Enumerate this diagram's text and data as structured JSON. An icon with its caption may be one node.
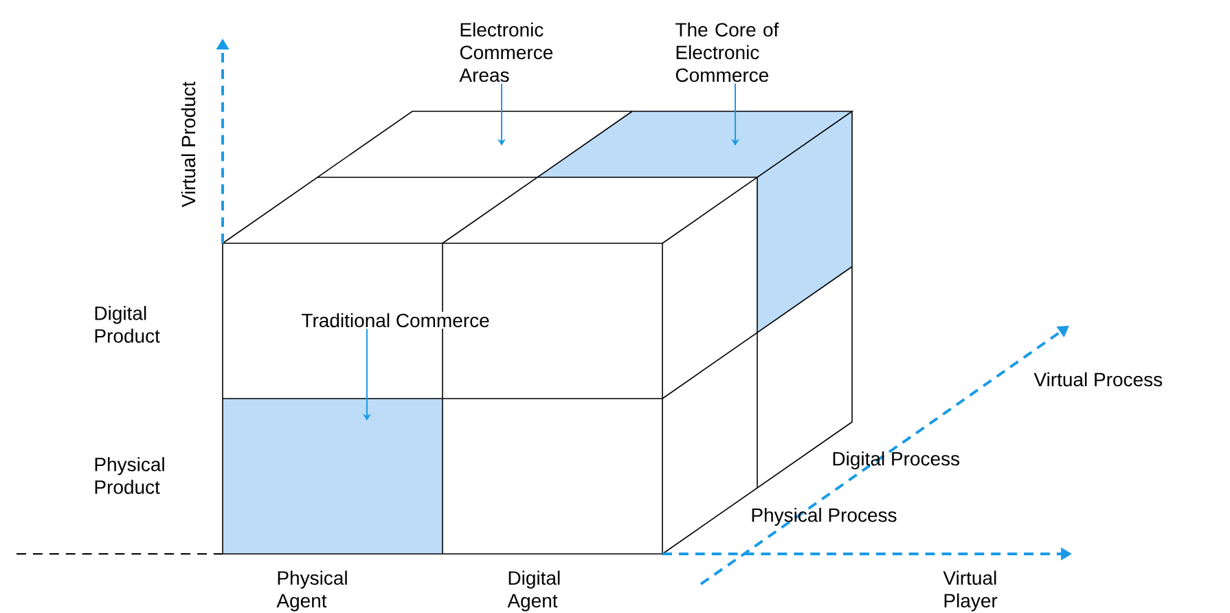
{
  "diagram": {
    "nodes": [
      {
        "text": [
          "Electronic Commerce Areas"
        ]
      },
      {
        "text": [
          "The Core of Electronic Commerce"
        ]
      },
      {
        "text": [
          "Traditional Commerce"
        ]
      }
    ],
    "edges": [
      {
        "from": 0,
        "to": null,
        "arrow": "to"
      },
      {
        "from": 1,
        "to": null,
        "arrow": "to"
      },
      {
        "from": 2,
        "to": null,
        "arrow": "to"
      }
    ],
    "labels": [
      "Virtual Product",
      "Digital Product",
      "Physical Product",
      "Virtual Process",
      "Digital Process",
      "Physical Process",
      "Physical Agent",
      "Digital Agent",
      "Virtual Player"
    ]
  }
}
